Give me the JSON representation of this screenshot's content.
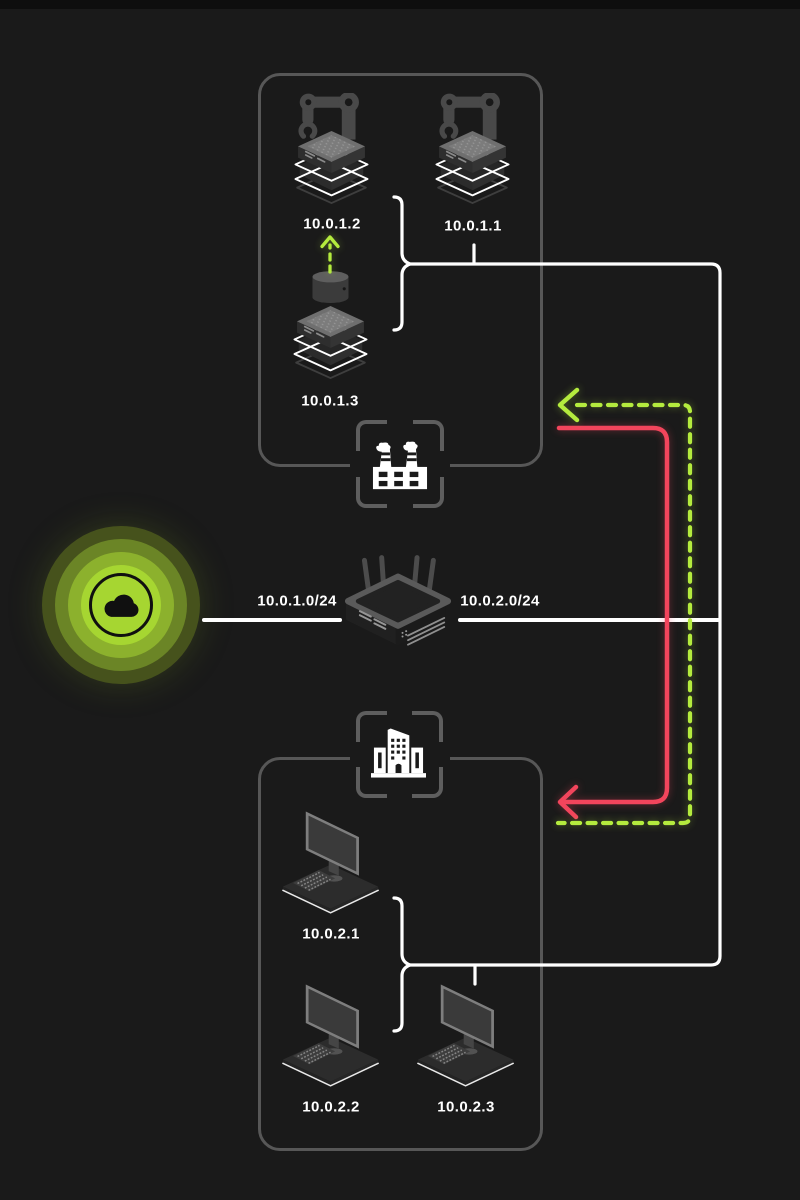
{
  "router": {
    "subnet_left": "10.0.1.0/24",
    "subnet_right": "10.0.2.0/24"
  },
  "zones": {
    "factory": {
      "icon": "factory-icon",
      "devices": [
        {
          "ip": "10.0.1.2",
          "type": "robot-arm-device"
        },
        {
          "ip": "10.0.1.1",
          "type": "robot-arm-device"
        },
        {
          "ip": "10.0.1.3",
          "type": "industrial-machine-device"
        }
      ]
    },
    "office": {
      "icon": "office-building-icon",
      "devices": [
        {
          "ip": "10.0.2.1",
          "type": "desktop-workstation"
        },
        {
          "ip": "10.0.2.2",
          "type": "desktop-workstation"
        },
        {
          "ip": "10.0.2.3",
          "type": "desktop-workstation"
        }
      ]
    }
  },
  "hub": {
    "icon": "cloud-icon"
  },
  "flows": {
    "red_flow": {
      "color": "#f2455c",
      "style": "solid"
    },
    "green_flow": {
      "color": "#b4eb3e",
      "style": "dashed"
    },
    "green_device_flow": {
      "color": "#b4eb3e",
      "style": "dashed"
    }
  },
  "colors": {
    "background": "#1a1a1a",
    "line_white": "#ffffff",
    "box_border": "#575757",
    "cloud_core": "#a6d631",
    "cloud_ring2": "#8cb12d",
    "cloud_ring3": "#6b8526",
    "cloud_ring4": "#46521c"
  }
}
